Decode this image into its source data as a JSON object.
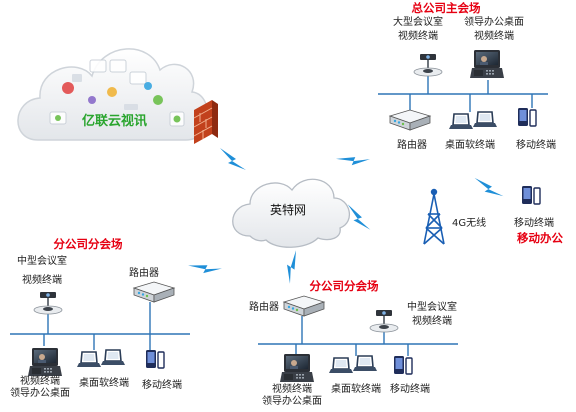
{
  "cloud_brand": "亿联云视讯",
  "internet": "英特网",
  "wireless_4g": "4G无线",
  "hq": {
    "title": "总公司主会场",
    "large_room_line1": "大型会议室",
    "large_room_line2": "视频终端",
    "leader_line1": "领导办公桌面",
    "leader_line2": "视频终端",
    "router": "路由器",
    "desktop_soft": "桌面软终端",
    "mobile": "移动终端"
  },
  "mobile_office": {
    "title": "移动办公",
    "mobile": "移动终端"
  },
  "branch_left": {
    "title": "分公司分会场",
    "medium_room_line1": "中型会议室",
    "medium_room_line2": "视频终端",
    "router": "路由器",
    "leader_line1": "视频终端",
    "leader_line2": "领导办公桌面",
    "desktop_soft": "桌面软终端",
    "mobile": "移动终端"
  },
  "branch_center": {
    "title": "分公司分会场",
    "router": "路由器",
    "medium_room_line1": "中型会议室",
    "medium_room_line2": "视频终端",
    "leader_line1": "视频终端",
    "leader_line2": "领导办公桌面",
    "desktop_soft": "桌面软终端",
    "mobile": "移动终端"
  },
  "colors": {
    "title_red": "#e60012",
    "line_blue": "#2e75b6",
    "bolt_blue": "#1f8fd8",
    "brand_green": "#2aa52e",
    "cloud_green": "#6cc04a"
  }
}
